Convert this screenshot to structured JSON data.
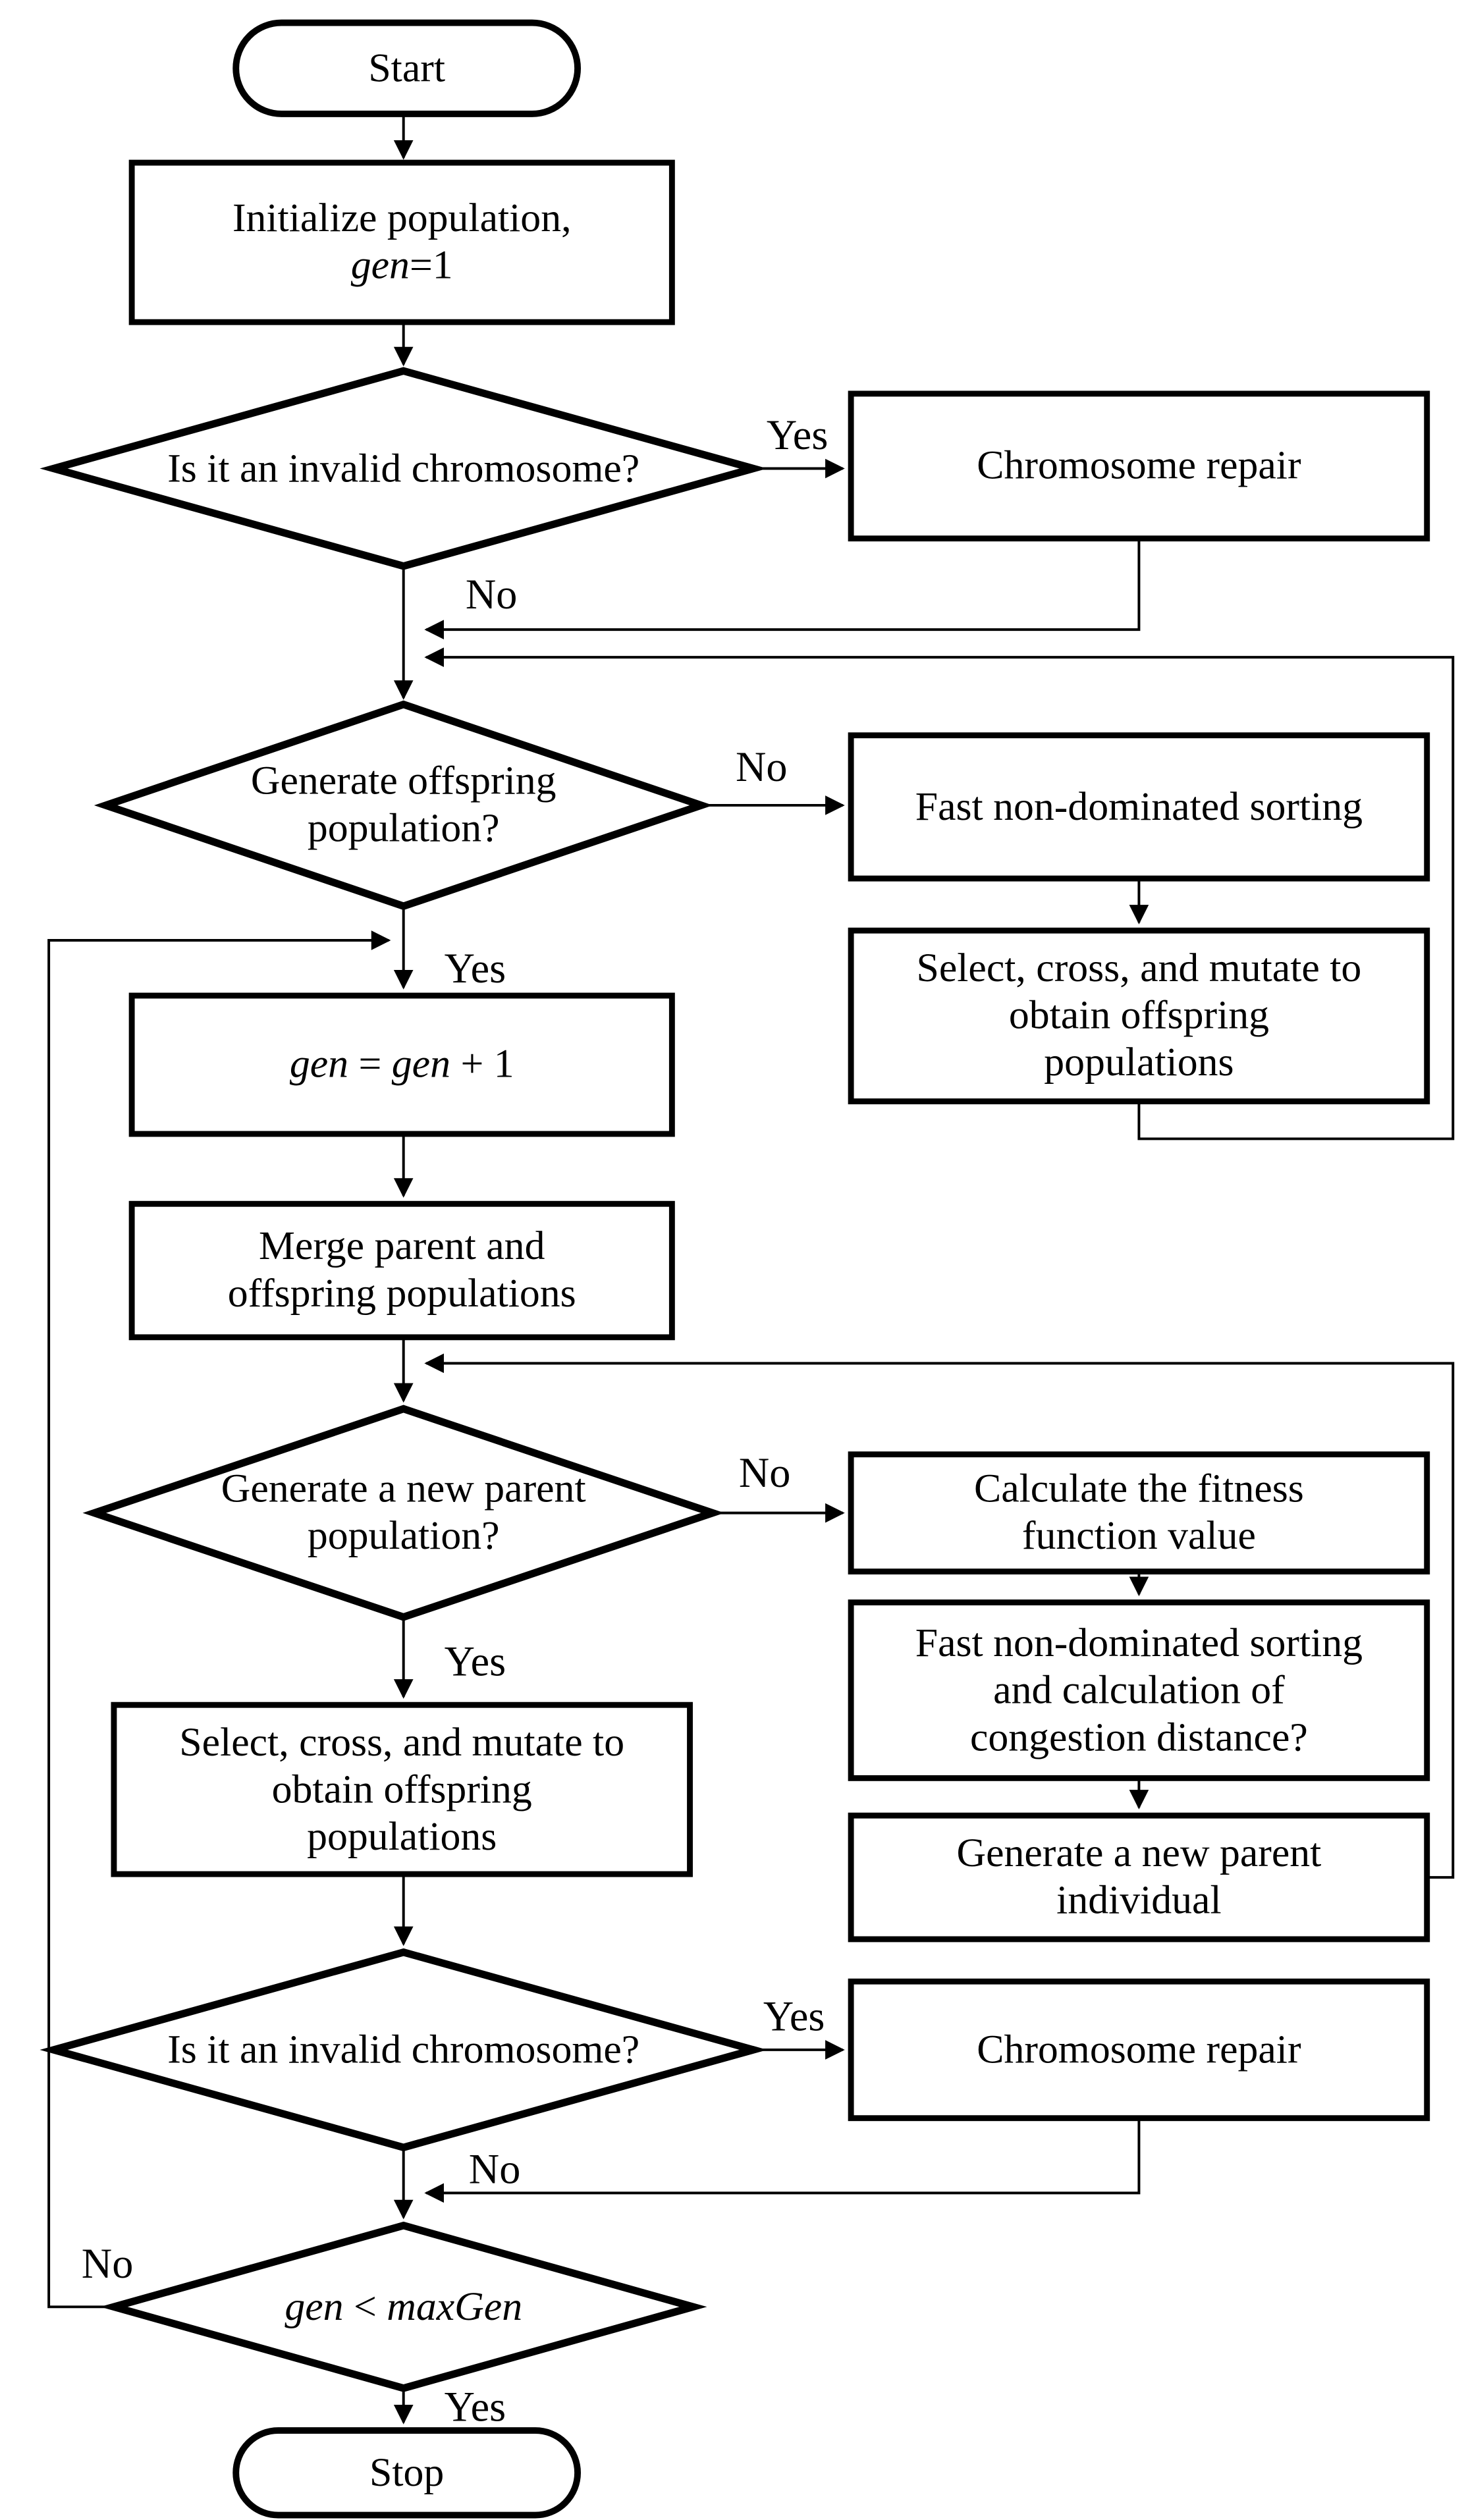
{
  "diagram": {
    "kind": "flowchart",
    "colors": {
      "stroke": "#000000",
      "fill": "#ffffff",
      "text": "#000000"
    }
  },
  "nodes": {
    "start": {
      "type": "terminator",
      "label": "Start"
    },
    "init": {
      "type": "process",
      "line1": "Initialize population,",
      "var": "gen",
      "suffix": "=1"
    },
    "invalid1": {
      "type": "decision",
      "label": "Is it an invalid chromosome?"
    },
    "repair1": {
      "type": "process",
      "label": "Chromosome repair"
    },
    "offspring": {
      "type": "decision",
      "line1": "Generate offspring",
      "line2": "population?"
    },
    "fastsort1": {
      "type": "process",
      "label": "Fast non-dominated sorting"
    },
    "selectcross1": {
      "type": "process",
      "line1": "Select, cross, and mutate to",
      "line2": "obtain offspring",
      "line3": "populations"
    },
    "geninc": {
      "type": "process",
      "lhs": "gen",
      "op": " = ",
      "rhs": "gen",
      "tail": " + 1"
    },
    "merge": {
      "type": "process",
      "line1": "Merge parent and",
      "line2": "offspring populations"
    },
    "newparent": {
      "type": "decision",
      "line1": "Generate a new parent",
      "line2": "population?"
    },
    "fitness": {
      "type": "process",
      "line1": "Calculate the fitness",
      "line2": "function value"
    },
    "fastsort2": {
      "type": "process",
      "line1": "Fast non-dominated sorting",
      "line2": "and calculation of",
      "line3": "congestion distance?"
    },
    "newindividual": {
      "type": "process",
      "line1": "Generate a new parent",
      "line2": "individual"
    },
    "selectcross2": {
      "type": "process",
      "line1": "Select, cross, and mutate to",
      "line2": "obtain offspring",
      "line3": "populations"
    },
    "invalid2": {
      "type": "decision",
      "label": "Is it an invalid chromosome?"
    },
    "repair2": {
      "type": "process",
      "label": "Chromosome repair"
    },
    "maxgen": {
      "type": "decision",
      "lhs": "gen",
      "op": " < ",
      "rhs": "maxGen"
    },
    "stop": {
      "type": "terminator",
      "label": "Stop"
    }
  },
  "edge_labels": {
    "invalid1_yes": "Yes",
    "invalid1_no": "No",
    "offspring_no": "No",
    "offspring_yes": "Yes",
    "newparent_no": "No",
    "newparent_yes": "Yes",
    "invalid2_yes": "Yes",
    "invalid2_no": "No",
    "maxgen_no": "No",
    "maxgen_yes": "Yes"
  }
}
